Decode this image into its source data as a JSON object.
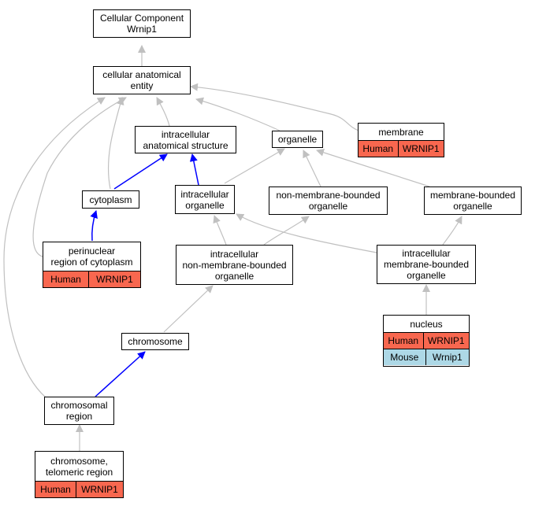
{
  "nodes": {
    "root": "Cellular Component\nWrnip1",
    "cae": "cellular anatomical\nentity",
    "ias": "intracellular\nanatomical structure",
    "organelle": "organelle",
    "membrane": "membrane",
    "cytoplasm": "cytoplasm",
    "io": "intracellular\norganelle",
    "nmbo": "non-membrane-bounded\norganelle",
    "mbo": "membrane-bounded\norganelle",
    "perinuclear": "perinuclear\nregion of cytoplasm",
    "inmbo": "intracellular\nnon-membrane-bounded\norganelle",
    "imbo": "intracellular\nmembrane-bounded\norganelle",
    "nucleus": "nucleus",
    "chromosome": "chromosome",
    "chromreg": "chromosomal\nregion",
    "telomeric": "chromosome,\ntelomeric region"
  },
  "annotations": {
    "membrane": [
      [
        "Human",
        "WRNIP1"
      ]
    ],
    "perinuclear": [
      [
        "Human",
        "WRNIP1"
      ]
    ],
    "nucleus": [
      [
        "Human",
        "WRNIP1"
      ],
      [
        "Mouse",
        "Wrnip1"
      ]
    ],
    "telomeric": [
      [
        "Human",
        "WRNIP1"
      ]
    ]
  },
  "colors": {
    "human": "#f8674f",
    "mouse": "#add8e6",
    "is_a_edge": "#c0c0c0",
    "part_of_edge": "#0000ff"
  }
}
